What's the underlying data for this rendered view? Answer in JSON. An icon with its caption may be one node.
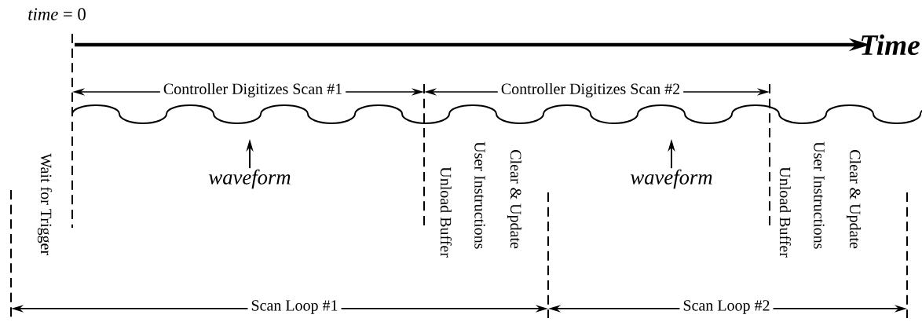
{
  "diagram": {
    "nodes": [
      {
        "text": [
          "waveform"
        ]
      },
      {
        "text": [
          "waveform"
        ]
      }
    ],
    "edges": [
      {
        "from": 0,
        "to": null,
        "arrow": "to"
      },
      {
        "from": 1,
        "to": null,
        "arrow": "to"
      }
    ],
    "labels": [
      "*time* = 0",
      "Time",
      "Controller Digitizes Scan #1",
      "Controller Digitizes Scan #2",
      "Wait for Trigger",
      "Unload Buffer",
      "User Instructions",
      "Clear & Update",
      "Unload Buffer",
      "User Instructions",
      "Clear & Update",
      "Scan Loop #1",
      "Scan Loop #2"
    ]
  }
}
